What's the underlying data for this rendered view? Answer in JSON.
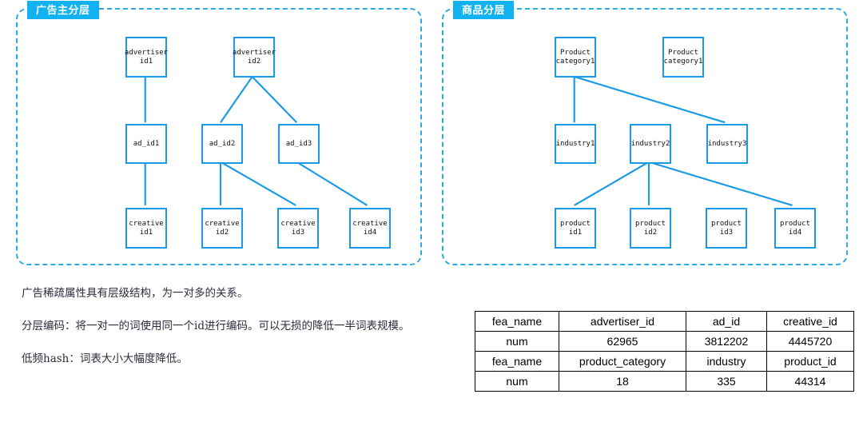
{
  "panels": [
    {
      "id": "advertiser-hierarchy",
      "badge": "广告主分层",
      "nodes": [
        {
          "key": "advertiser_id1",
          "line1": "advertiser",
          "line2": "id1"
        },
        {
          "key": "advertiser_id2",
          "line1": "advertiser",
          "line2": "id2"
        },
        {
          "key": "ad_id1",
          "line1": "ad_id1",
          "line2": ""
        },
        {
          "key": "ad_id2",
          "line1": "ad_id2",
          "line2": ""
        },
        {
          "key": "ad_id3",
          "line1": "ad_id3",
          "line2": ""
        },
        {
          "key": "creative_id1",
          "line1": "creative",
          "line2": "id1"
        },
        {
          "key": "creative_id2",
          "line1": "creative",
          "line2": "id2"
        },
        {
          "key": "creative_id3",
          "line1": "creative",
          "line2": "id3"
        },
        {
          "key": "creative_id4",
          "line1": "creative",
          "line2": "id4"
        }
      ],
      "edges": [
        [
          "advertiser_id1",
          "ad_id1"
        ],
        [
          "advertiser_id2",
          "ad_id2"
        ],
        [
          "advertiser_id2",
          "ad_id3"
        ],
        [
          "ad_id1",
          "creative_id1"
        ],
        [
          "ad_id2",
          "creative_id2"
        ],
        [
          "ad_id2",
          "creative_id3"
        ],
        [
          "ad_id3",
          "creative_id4"
        ]
      ]
    },
    {
      "id": "product-hierarchy",
      "badge": "商品分层",
      "nodes": [
        {
          "key": "product_category1",
          "line1": "Product",
          "line2": "category1"
        },
        {
          "key": "product_category2",
          "line1": "Product",
          "line2": "category1"
        },
        {
          "key": "industry1",
          "line1": "industry1",
          "line2": ""
        },
        {
          "key": "industry2",
          "line1": "industry2",
          "line2": ""
        },
        {
          "key": "industry3",
          "line1": "industry3",
          "line2": ""
        },
        {
          "key": "product_id1",
          "line1": "product",
          "line2": "id1"
        },
        {
          "key": "product_id2",
          "line1": "product",
          "line2": "id2"
        },
        {
          "key": "product_id3",
          "line1": "product",
          "line2": "id3"
        },
        {
          "key": "product_id4",
          "line1": "product",
          "line2": "id4"
        }
      ],
      "edges": [
        [
          "product_category1",
          "industry1"
        ],
        [
          "product_category1",
          "industry3"
        ],
        [
          "industry2",
          "product_id1"
        ],
        [
          "industry2",
          "product_id2"
        ],
        [
          "industry2",
          "product_id4"
        ]
      ]
    }
  ],
  "notes": [
    "广告稀疏属性具有层级结构，为一对多的关系。",
    "分层编码：将一对一的词使用同一个id进行编码。可以无损的降低一半词表规模。",
    "低频hash：词表大小大幅度降低。"
  ],
  "table": {
    "rows": [
      [
        "fea_name",
        "advertiser_id",
        "ad_id",
        "creative_id"
      ],
      [
        "num",
        "62965",
        "3812202",
        "4445720"
      ],
      [
        "fea_name",
        "product_category",
        "industry",
        "product_id"
      ],
      [
        "num",
        "18",
        "335",
        "44314"
      ]
    ]
  },
  "colors": {
    "accent": "#12b2f0",
    "node_border": "#1a9ae8",
    "panel_border": "#29ace3"
  }
}
